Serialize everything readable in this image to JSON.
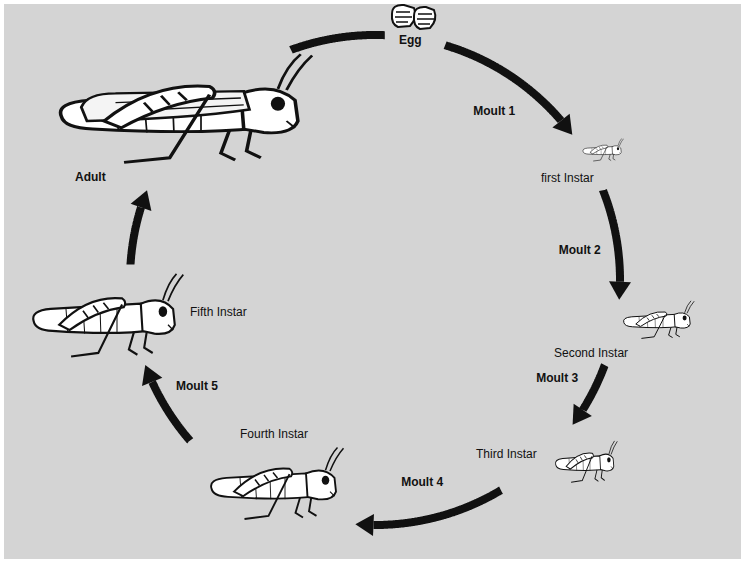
{
  "diagram": {
    "nodes": [
      {
        "text": [
          "Egg"
        ]
      },
      {
        "text": [
          "first Instar"
        ]
      },
      {
        "text": [
          "Second Instar"
        ]
      },
      {
        "text": [
          "Third Instar"
        ]
      },
      {
        "text": [
          "Fourth Instar"
        ]
      },
      {
        "text": [
          "Fifth Instar"
        ]
      },
      {
        "text": [
          "Adult"
        ]
      }
    ],
    "edges": [
      {
        "from": 0,
        "to": 1,
        "label": "Moult 1",
        "arrow": "to"
      },
      {
        "from": 1,
        "to": 2,
        "label": "Moult 2",
        "arrow": "to"
      },
      {
        "from": 2,
        "to": 3,
        "label": "Moult 3",
        "arrow": "to"
      },
      {
        "from": 3,
        "to": 4,
        "label": "Moult 4",
        "arrow": "to"
      },
      {
        "from": 4,
        "to": 5,
        "label": "Moult 5",
        "arrow": "to"
      },
      {
        "from": 5,
        "to": 6,
        "arrow": "to"
      },
      {
        "from": 6,
        "to": 0,
        "arrow": "none"
      }
    ]
  }
}
